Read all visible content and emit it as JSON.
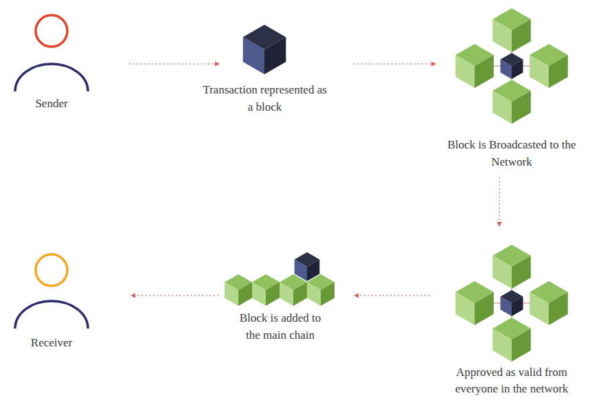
{
  "diagram": {
    "nodes": [
      {
        "text": [
          "Sender"
        ]
      },
      {
        "text": [
          "Transaction represented as a block"
        ]
      },
      {
        "text": [
          "Block is Broadcasted to the Network"
        ]
      },
      {
        "text": [
          "Approved as valid from everyone in the network"
        ]
      },
      {
        "text": [
          "Block is added to the main chain"
        ]
      },
      {
        "text": [
          "Receiver"
        ]
      }
    ],
    "edges": [
      {
        "from": 0,
        "to": 1,
        "arrow": "to"
      },
      {
        "from": 1,
        "to": 2,
        "arrow": "to"
      },
      {
        "from": 2,
        "to": 3,
        "arrow": "to"
      },
      {
        "from": 3,
        "to": 4,
        "arrow": "to"
      },
      {
        "from": 4,
        "to": 5,
        "arrow": "to"
      }
    ]
  }
}
